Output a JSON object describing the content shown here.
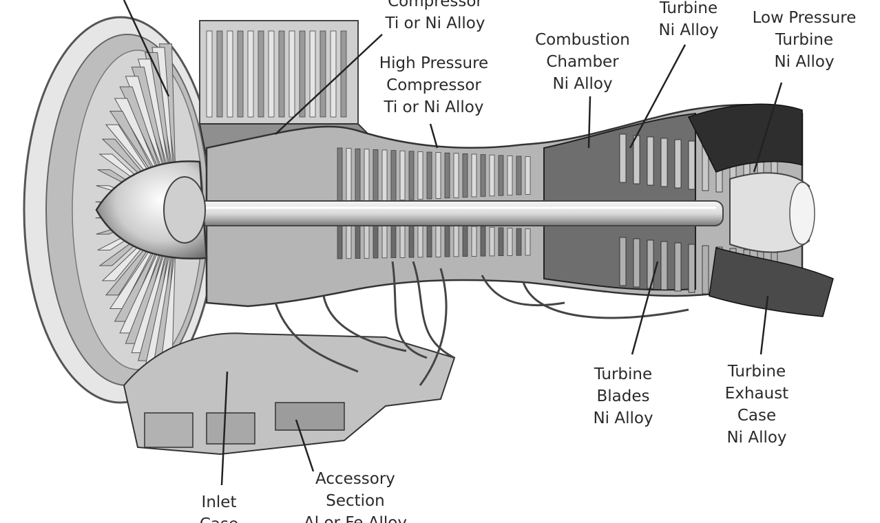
{
  "labels": {
    "lp_compressor": {
      "line1": "Compressor",
      "line2": "Ti or Ni Alloy"
    },
    "hp_compressor": {
      "line1": "High Pressure",
      "line2": "Compressor",
      "line3": "Ti or Ni Alloy"
    },
    "combustion_chamber": {
      "line1": "Combustion",
      "line2": "Chamber",
      "line3": "Ni Alloy"
    },
    "hp_turbine": {
      "line1": "Turbine",
      "line2": "Ni Alloy"
    },
    "lp_turbine": {
      "line1": "Low Pressure",
      "line2": "Turbine",
      "line3": "Ni Alloy"
    },
    "turbine_blades": {
      "line1": "Turbine",
      "line2": "Blades",
      "line3": "Ni Alloy"
    },
    "turbine_exhaust_case": {
      "line1": "Turbine",
      "line2": "Exhaust",
      "line3": "Case",
      "line4": "Ni Alloy"
    },
    "inlet_case": {
      "line1": "Inlet",
      "line2": "Case"
    },
    "accessory_section": {
      "line1": "Accessory",
      "line2": "Section",
      "line3": "Al or Fe Alloy"
    }
  },
  "colors": {
    "background": "#ffffff",
    "ink": "#2a2a2a",
    "metal_light": "#d9d9d9",
    "metal_mid": "#9a9a9a",
    "metal_dark": "#3a3a3a"
  }
}
